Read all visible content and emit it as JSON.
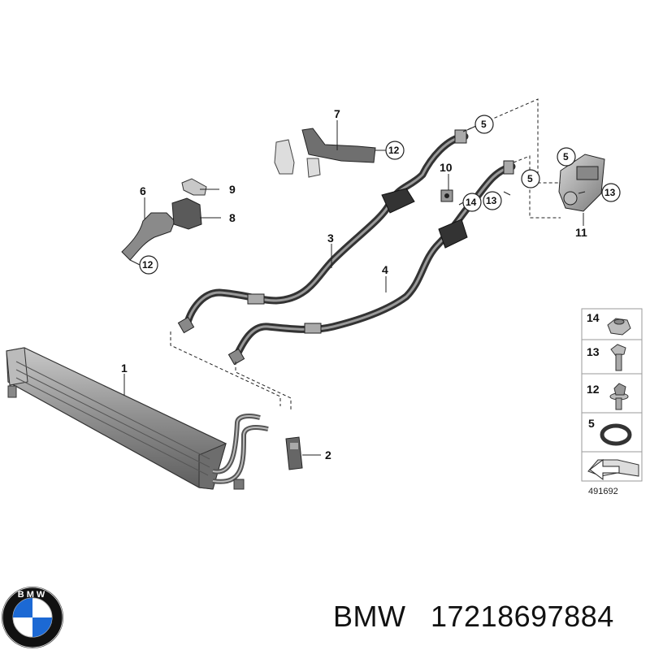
{
  "diagram": {
    "callouts": {
      "c1": "1",
      "c2": "2",
      "c3": "3",
      "c4": "4",
      "c6": "6",
      "c7": "7",
      "c8": "8",
      "c9": "9",
      "c10": "10",
      "c11": "11"
    },
    "circled": {
      "c5a": "5",
      "c5b": "5",
      "c5c": "5",
      "c12a": "12",
      "c12b": "12",
      "c13a": "13",
      "c13b": "13",
      "c14": "14"
    },
    "legend": {
      "items": [
        "14",
        "13",
        "12",
        "5"
      ],
      "ref_number": "491692"
    }
  },
  "caption": {
    "brand": "BMW",
    "part_number": "17218697884"
  },
  "logo": {
    "text": "BMW",
    "colors": {
      "blue": "#1c69d4",
      "white": "#ffffff",
      "ring": "#111111"
    }
  },
  "colors": {
    "line": "#222222",
    "hose": "#3a3a3a",
    "hose_highlight": "#8a8a8a",
    "part_fill": "#9a9a9a",
    "part_dark": "#555555",
    "legend_border": "#9a9a9a"
  }
}
